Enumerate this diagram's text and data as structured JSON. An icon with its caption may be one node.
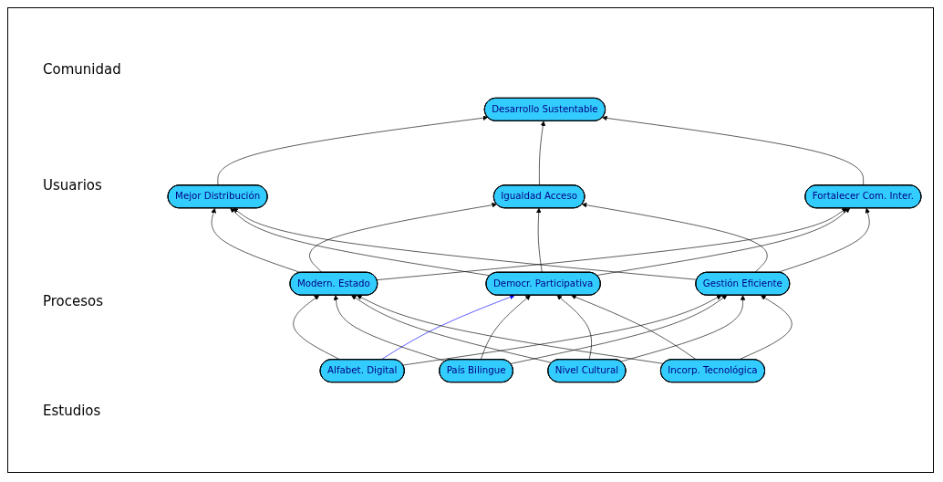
{
  "diagram": {
    "nodes": [
      {
        "text": [
          "Desarrollo Sustentable"
        ]
      },
      {
        "text": [
          "Mejor Distribución"
        ]
      },
      {
        "text": [
          "Igualdad Acceso"
        ]
      },
      {
        "text": [
          "Fortalecer Com. Inter."
        ]
      },
      {
        "text": [
          "Modern. Estado"
        ]
      },
      {
        "text": [
          "Democr. Participativa"
        ]
      },
      {
        "text": [
          "Gestión Eficiente"
        ]
      },
      {
        "text": [
          "Alfabet. Digital"
        ]
      },
      {
        "text": [
          "País Bilingue"
        ]
      },
      {
        "text": [
          "Nivel Cultural"
        ]
      },
      {
        "text": [
          "Incorp. Tecnológica"
        ]
      }
    ],
    "edges": [
      {
        "from": 1,
        "to": 0,
        "arrow": "to"
      },
      {
        "from": 2,
        "to": 0,
        "arrow": "to"
      },
      {
        "from": 3,
        "to": 0,
        "arrow": "to"
      },
      {
        "from": 4,
        "to": 1,
        "arrow": "to"
      },
      {
        "from": 4,
        "to": 2,
        "arrow": "to"
      },
      {
        "from": 4,
        "to": 3,
        "arrow": "to"
      },
      {
        "from": 5,
        "to": 1,
        "arrow": "to"
      },
      {
        "from": 5,
        "to": 2,
        "arrow": "to"
      },
      {
        "from": 5,
        "to": 3,
        "arrow": "to"
      },
      {
        "from": 6,
        "to": 1,
        "arrow": "to"
      },
      {
        "from": 6,
        "to": 2,
        "arrow": "to"
      },
      {
        "from": 6,
        "to": 3,
        "arrow": "to"
      },
      {
        "from": 7,
        "to": 4,
        "arrow": "to"
      },
      {
        "from": 7,
        "to": 5,
        "arrow": "to",
        "color": "#0000ff"
      },
      {
        "from": 7,
        "to": 6,
        "arrow": "to"
      },
      {
        "from": 8,
        "to": 4,
        "arrow": "to"
      },
      {
        "from": 8,
        "to": 5,
        "arrow": "to"
      },
      {
        "from": 8,
        "to": 6,
        "arrow": "to"
      },
      {
        "from": 9,
        "to": 4,
        "arrow": "to"
      },
      {
        "from": 9,
        "to": 5,
        "arrow": "to"
      },
      {
        "from": 9,
        "to": 6,
        "arrow": "to"
      },
      {
        "from": 10,
        "to": 4,
        "arrow": "to"
      },
      {
        "from": 10,
        "to": 5,
        "arrow": "to"
      },
      {
        "from": 10,
        "to": 6,
        "arrow": "to"
      }
    ],
    "labels": [
      "Comunidad",
      "Usuarios",
      "Procesos",
      "Estudios"
    ]
  }
}
